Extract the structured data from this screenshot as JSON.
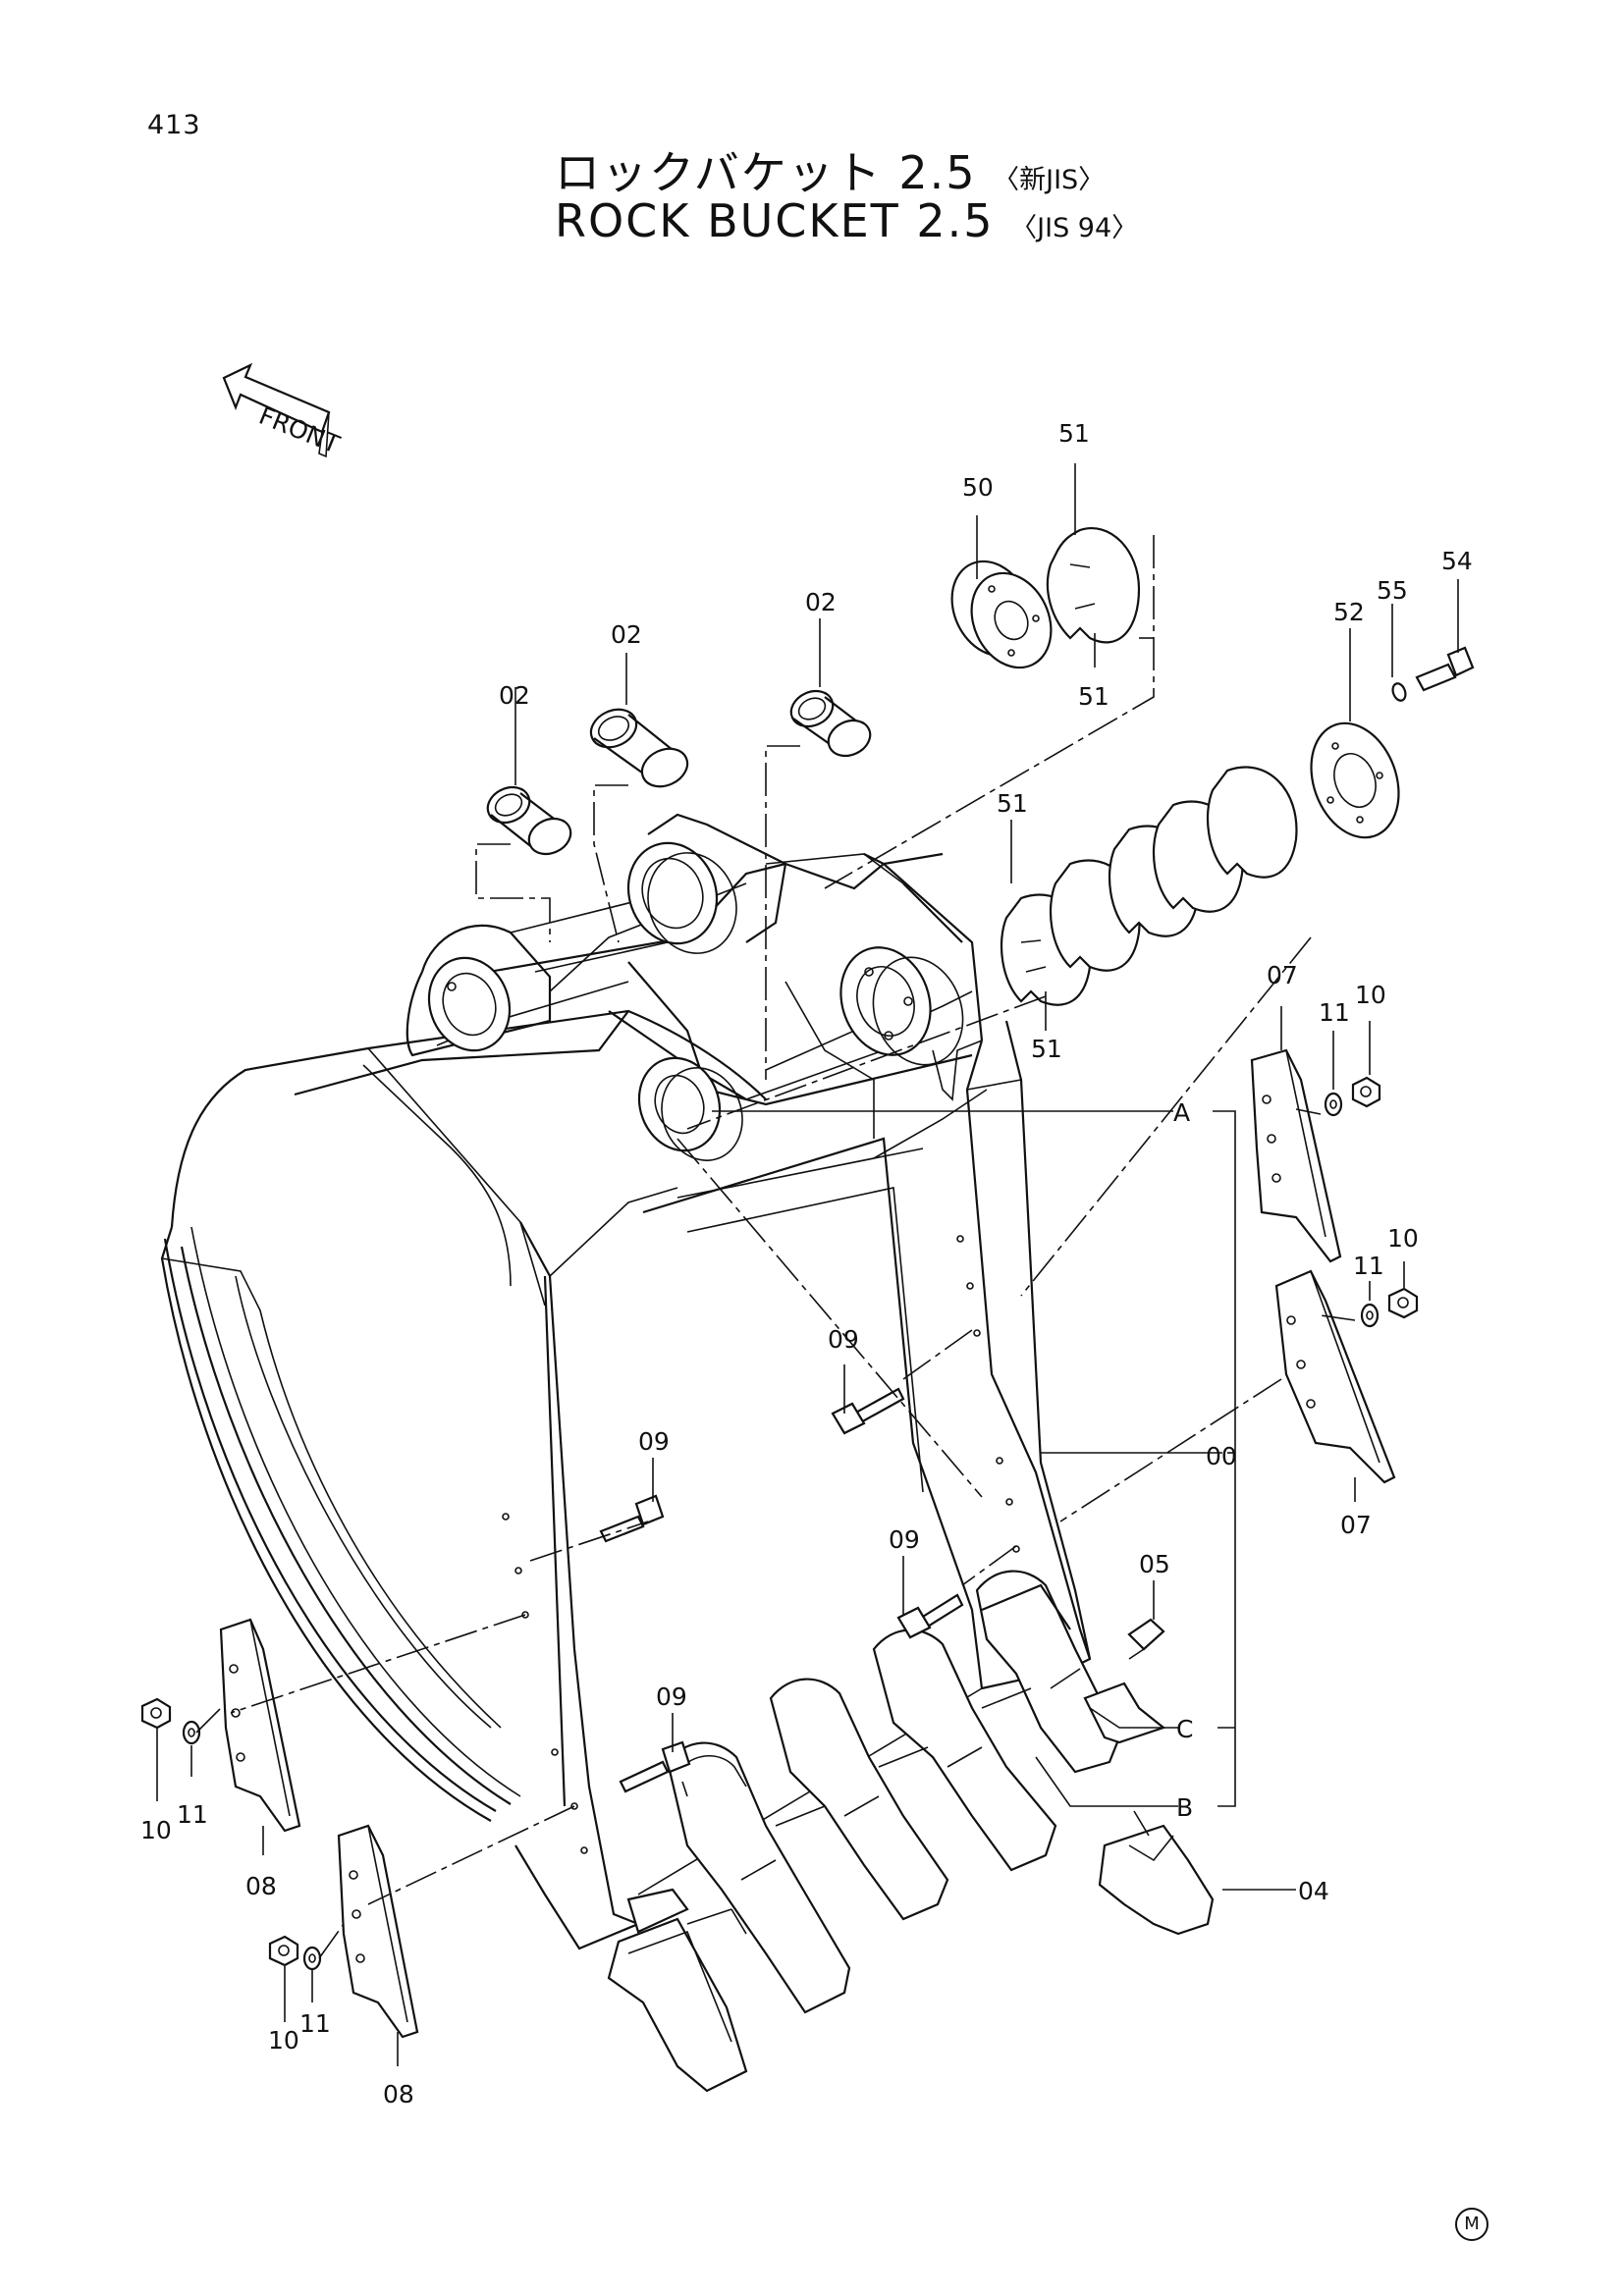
{
  "page_number": "413",
  "title_ja": "ロックバケット 2.5",
  "title_ja_suffix": "〈新JIS〉",
  "title_en": "ROCK BUCKET 2.5",
  "title_en_suffix": "〈JIS 94〉",
  "front_label": "FRONT",
  "corner_mark": "M",
  "callouts": {
    "c02a": "02",
    "c02b": "02",
    "c02c": "02",
    "c50": "50",
    "c51a": "51",
    "c51b": "51",
    "c51c": "51",
    "c51d": "51",
    "c52": "52",
    "c55": "55",
    "c54": "54",
    "c07a": "07",
    "c07b": "07",
    "c11a": "11",
    "c10a": "10",
    "c11b": "11",
    "c10b": "10",
    "c11c": "11",
    "c10c": "10",
    "c11d": "11",
    "c10d": "10",
    "c09a": "09",
    "c09b": "09",
    "c09c": "09",
    "c09d": "09",
    "c00": "00",
    "c05": "05",
    "c04": "04",
    "c08a": "08",
    "c08b": "08",
    "cA": "A",
    "cB": "B",
    "cC": "C"
  }
}
